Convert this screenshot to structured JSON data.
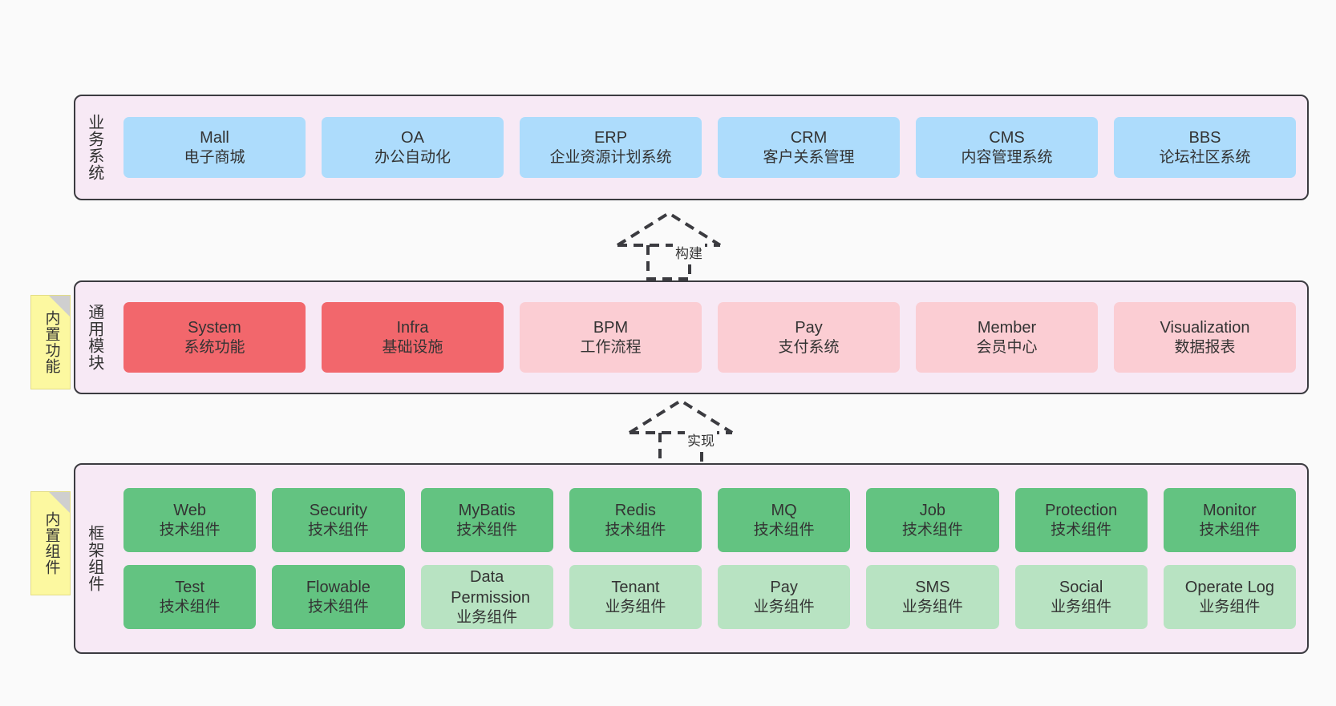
{
  "diagram": {
    "background_color": "#fafafa",
    "panel_color": "#f7e9f5",
    "panel_border_color": "#3b3b40",
    "sticky_color": "#fcf8a0"
  },
  "sections": {
    "business": {
      "label": "业务系统",
      "card_color": "#addcfc",
      "cards": [
        {
          "en": "Mall",
          "cn": "电子商城"
        },
        {
          "en": "OA",
          "cn": "办公自动化"
        },
        {
          "en": "ERP",
          "cn": "企业资源计划系统"
        },
        {
          "en": "CRM",
          "cn": "客户关系管理"
        },
        {
          "en": "CMS",
          "cn": "内容管理系统"
        },
        {
          "en": "BBS",
          "cn": "论坛社区系统"
        }
      ]
    },
    "modules": {
      "label": "通用模块",
      "sticky": "内置功能",
      "primary_color": "#f2676c",
      "secondary_color": "#fbcdd3",
      "cards": [
        {
          "en": "System",
          "cn": "系统功能",
          "tone": "primary"
        },
        {
          "en": "Infra",
          "cn": "基础设施",
          "tone": "primary"
        },
        {
          "en": "BPM",
          "cn": "工作流程",
          "tone": "secondary"
        },
        {
          "en": "Pay",
          "cn": "支付系统",
          "tone": "secondary"
        },
        {
          "en": "Member",
          "cn": "会员中心",
          "tone": "secondary"
        },
        {
          "en": "Visualization",
          "cn": "数据报表",
          "tone": "secondary"
        }
      ]
    },
    "framework": {
      "label": "框架组件",
      "sticky": "内置组件",
      "tech_color": "#63c381",
      "biz_color": "#b8e3c2",
      "row1": [
        {
          "en": "Web",
          "cn": "技术组件",
          "tone": "tech"
        },
        {
          "en": "Security",
          "cn": "技术组件",
          "tone": "tech"
        },
        {
          "en": "MyBatis",
          "cn": "技术组件",
          "tone": "tech"
        },
        {
          "en": "Redis",
          "cn": "技术组件",
          "tone": "tech"
        },
        {
          "en": "MQ",
          "cn": "技术组件",
          "tone": "tech"
        },
        {
          "en": "Job",
          "cn": "技术组件",
          "tone": "tech"
        },
        {
          "en": "Protection",
          "cn": "技术组件",
          "tone": "tech"
        },
        {
          "en": "Monitor",
          "cn": "技术组件",
          "tone": "tech"
        }
      ],
      "row2": [
        {
          "en": "Test",
          "cn": "技术组件",
          "tone": "tech"
        },
        {
          "en": "Flowable",
          "cn": "技术组件",
          "tone": "tech"
        },
        {
          "en": "Data Permission",
          "cn": "业务组件",
          "tone": "biz"
        },
        {
          "en": "Tenant",
          "cn": "业务组件",
          "tone": "biz"
        },
        {
          "en": "Pay",
          "cn": "业务组件",
          "tone": "biz"
        },
        {
          "en": "SMS",
          "cn": "业务组件",
          "tone": "biz"
        },
        {
          "en": "Social",
          "cn": "业务组件",
          "tone": "biz"
        },
        {
          "en": "Operate Log",
          "cn": "业务组件",
          "tone": "biz"
        }
      ]
    }
  },
  "connectors": [
    {
      "label": "构建",
      "from": "modules",
      "to": "business"
    },
    {
      "label": "实现",
      "from": "framework",
      "to": "modules"
    }
  ]
}
